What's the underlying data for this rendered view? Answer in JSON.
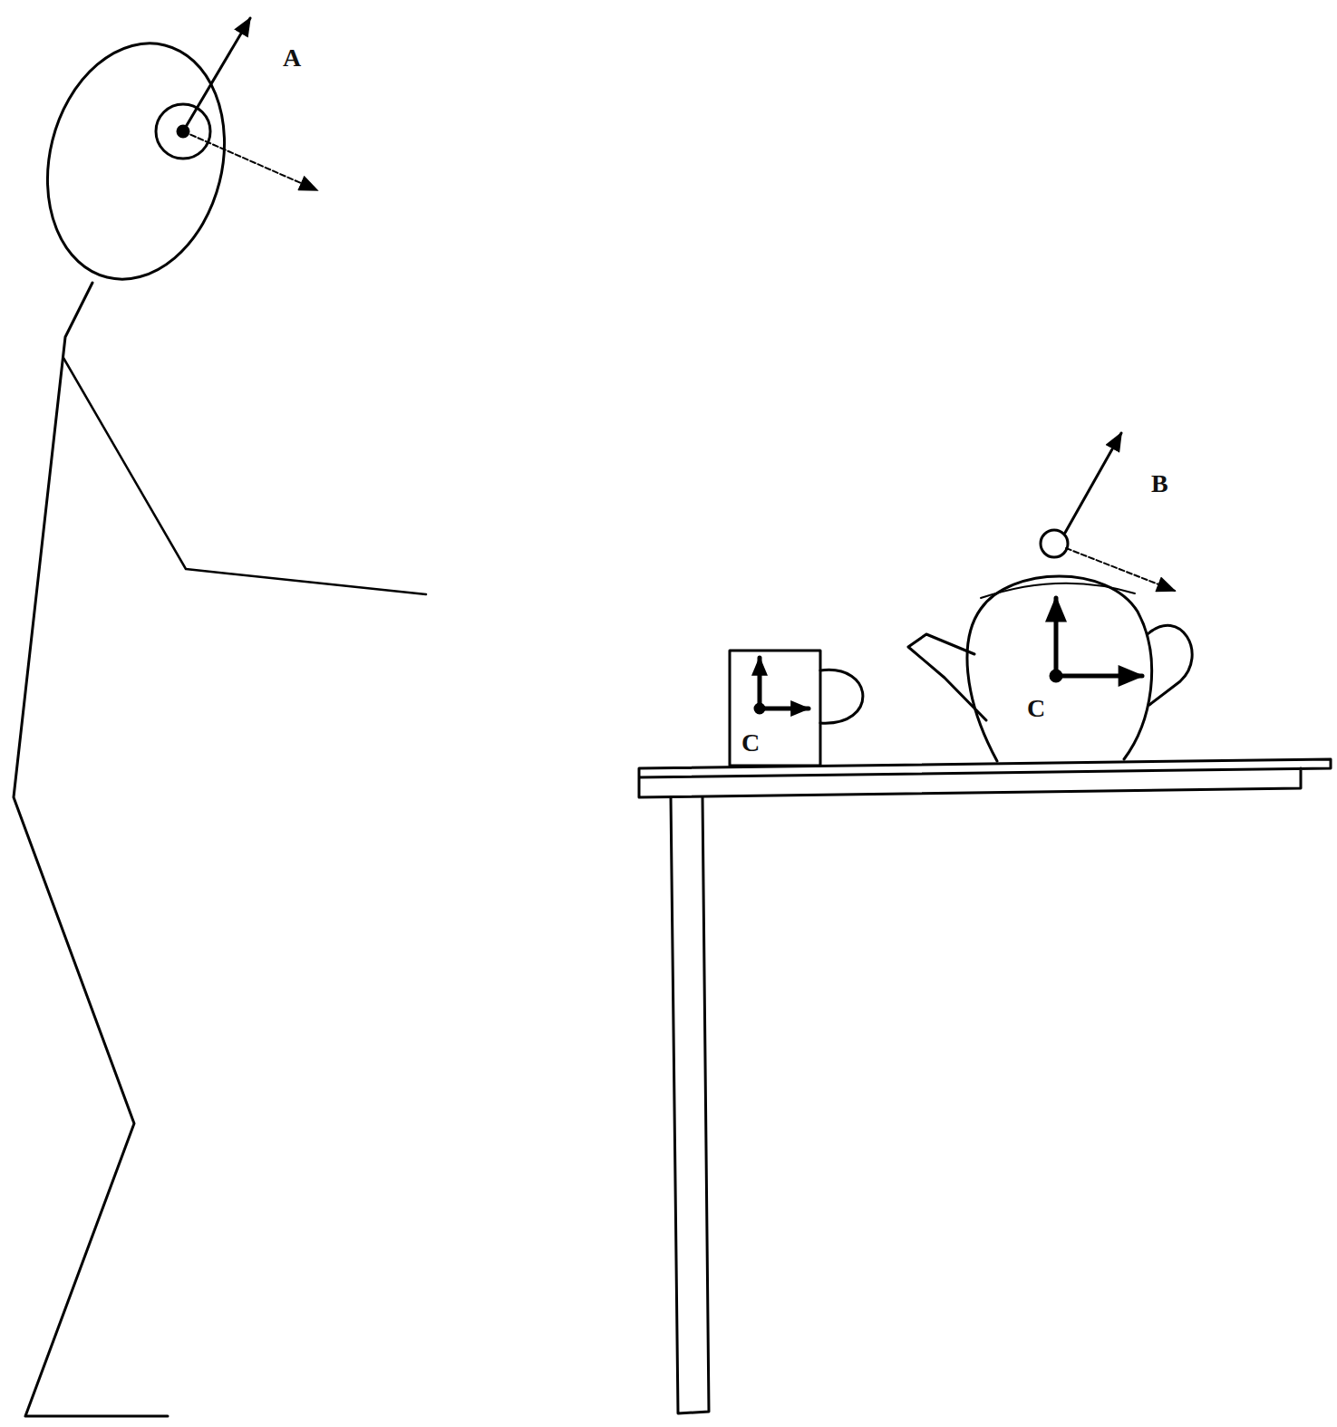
{
  "diagram": {
    "labels": [
      "A",
      "B",
      "C",
      "C"
    ]
  }
}
